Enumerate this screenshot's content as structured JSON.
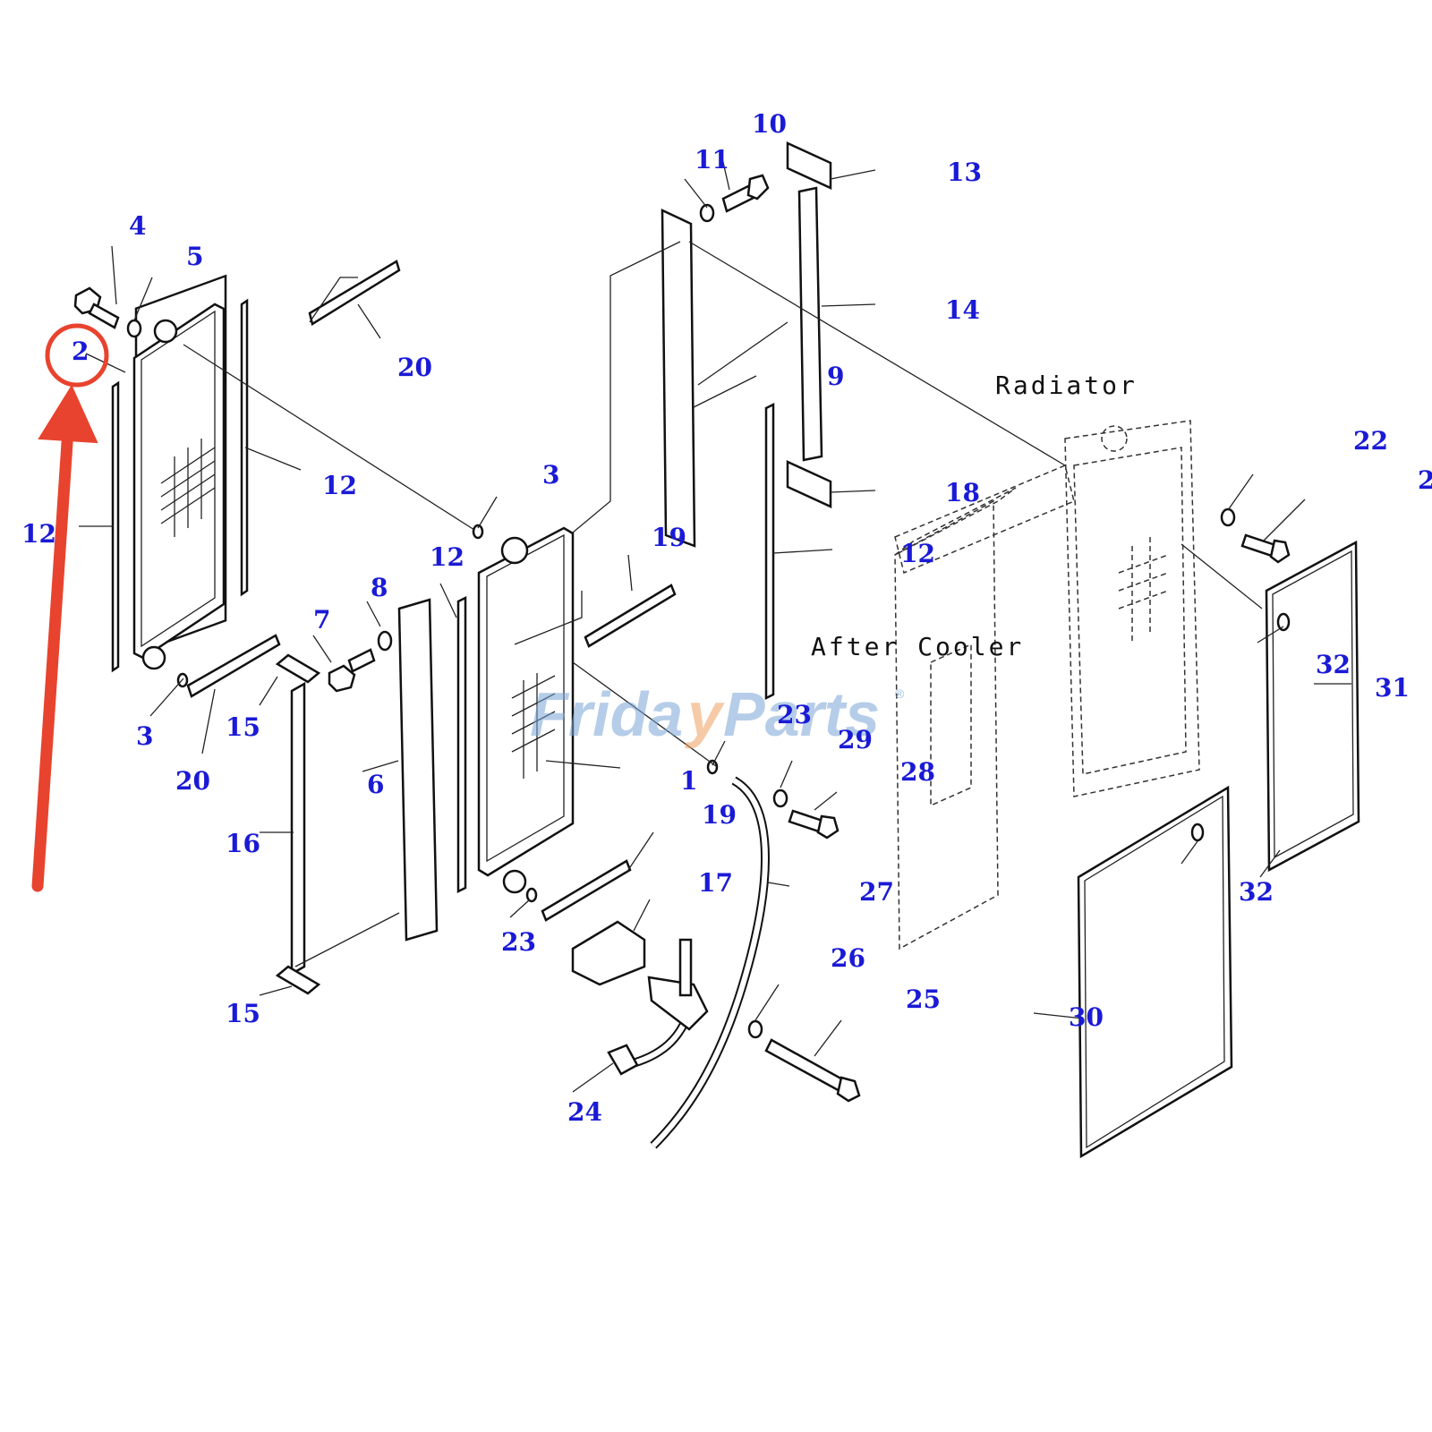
{
  "diagram": {
    "labels": {
      "radiator": "Radiator",
      "after_cooler": "After Cooler"
    },
    "watermark": {
      "text_left": "Frida",
      "text_mid": "y",
      "text_right": "Parts",
      "mark": "®"
    },
    "colors": {
      "callout": "#1a1ad6",
      "annotation": "#e8432e",
      "watermark": "#7aa6d6",
      "lines": "#111111"
    },
    "annotation": {
      "type": "red circle and arrow",
      "highlighted_part": "2"
    },
    "callouts": [
      "10",
      "11",
      "13",
      "4",
      "5",
      "14",
      "2",
      "9",
      "20",
      "Radiator",
      "3",
      "12",
      "22",
      "2",
      "12",
      "18",
      "12",
      "19",
      "12",
      "8",
      "7",
      "32",
      "31",
      "15",
      "3",
      "23",
      "20",
      "29",
      "6",
      "1",
      "28",
      "19",
      "16",
      "17",
      "27",
      "32",
      "23",
      "26",
      "15",
      "25",
      "30",
      "24"
    ]
  }
}
